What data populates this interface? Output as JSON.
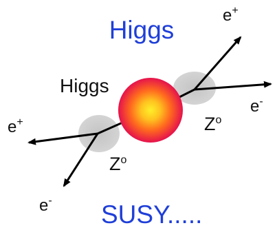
{
  "title": "Higgs",
  "footer": "SUSY.....",
  "central_label": "Higgs",
  "z_boson_label": "Z",
  "z_boson_superscript": "o",
  "electron_symbol": "e",
  "positron_charge": "+",
  "electron_charge": "-",
  "colors": {
    "title_text": "#1f3fd8",
    "higgs_core": "#ffee22",
    "higgs_mid": "#ff7a1a",
    "higgs_edge": "#e8124a",
    "z_blob": "#c8c8c8",
    "lines": "#000000",
    "text": "#111111"
  }
}
